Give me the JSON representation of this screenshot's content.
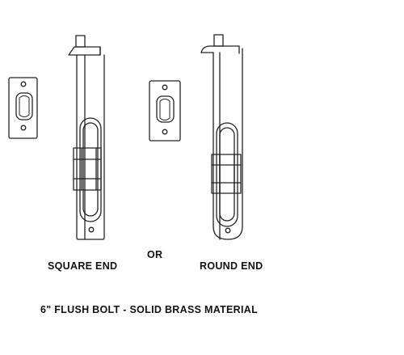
{
  "labels": {
    "square_end": "SQUARE END",
    "or": "OR",
    "round_end": "ROUND END",
    "caption": "6\" FLUSH BOLT - SOLID BRASS MATERIAL"
  },
  "drawing": {
    "line_color": "#222222",
    "icons": [
      "strike-plate-icon",
      "square-end-flush-bolt-icon",
      "round-end-flush-bolt-icon"
    ]
  }
}
